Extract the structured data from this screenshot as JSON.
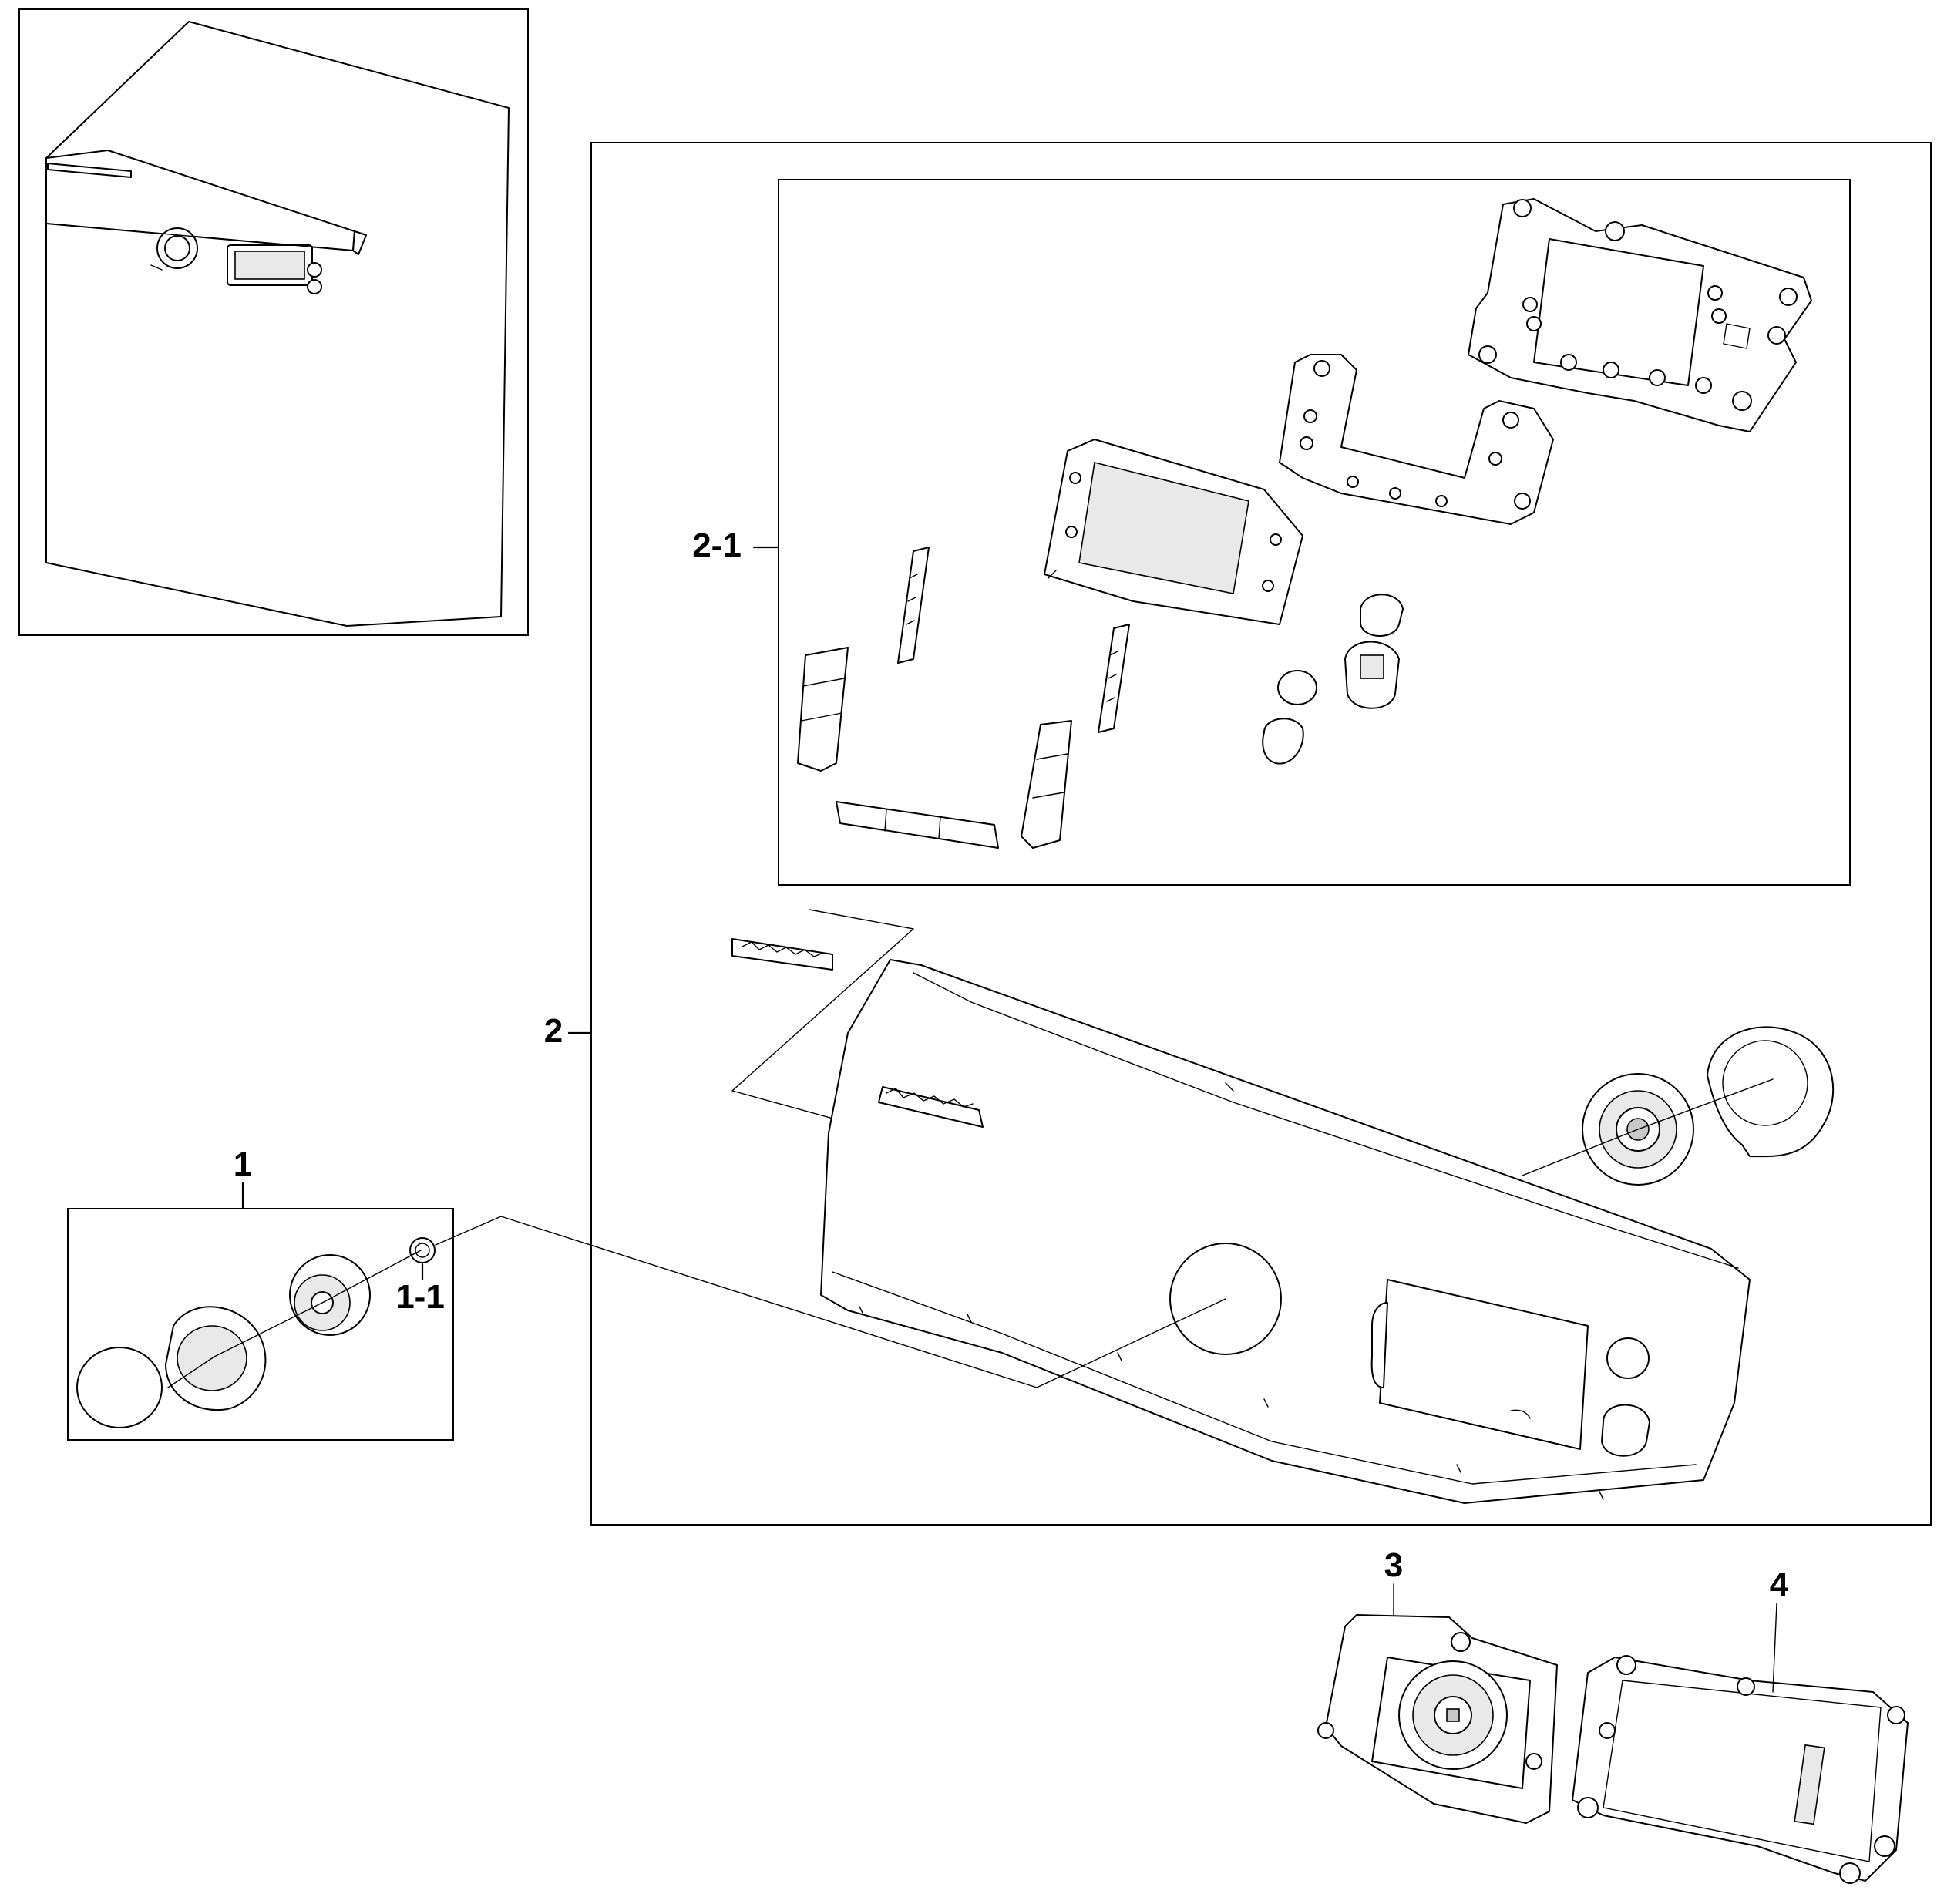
{
  "callouts": {
    "c1": "1",
    "c1_1": "1-1",
    "c2": "2",
    "c2_1": "2-1",
    "c3": "3",
    "c4": "4"
  }
}
